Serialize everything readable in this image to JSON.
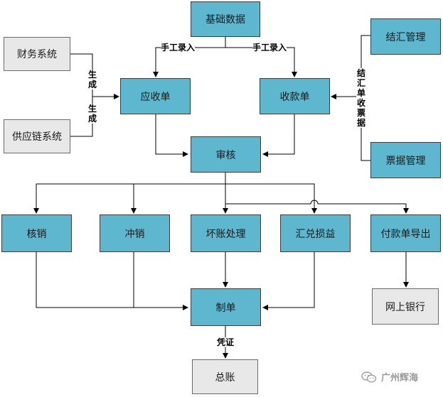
{
  "nodes": {
    "basic_data": "基础数据",
    "finance_system": "财务系统",
    "supply_chain_system": "供应链系统",
    "receivable": "应收单",
    "receipt": "收款单",
    "exchange_mgmt": "结汇管理",
    "bill_mgmt": "票据管理",
    "audit": "审核",
    "writeoff": "核销",
    "offset": "冲销",
    "bad_debt": "坏账处理",
    "fx_gain_loss": "汇兑损益",
    "payment_export": "付款单导出",
    "voucher_make": "制单",
    "online_bank": "网上银行",
    "ledger": "总账"
  },
  "edge_labels": {
    "manual_left": "手工录入",
    "manual_right": "手工录入",
    "gen1": "生成",
    "gen2": "生成",
    "exchange_bill": "结汇单收票据",
    "voucher": "凭证"
  },
  "watermark": "广州辉海",
  "colors": {
    "process": "#5cb7cf",
    "external": "#e8e8e8"
  }
}
